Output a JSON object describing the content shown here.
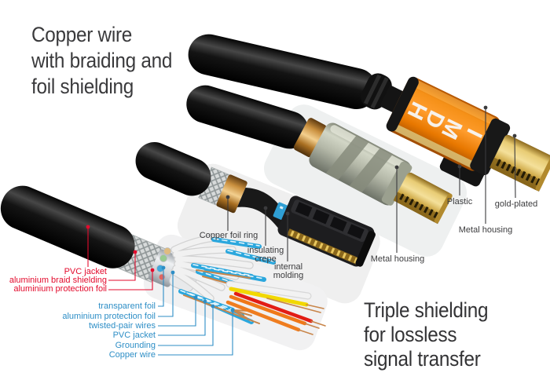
{
  "headline": {
    "lines": [
      "Copper wire",
      "with braiding and",
      "foil shielding"
    ]
  },
  "footnote": {
    "lines": [
      "Triple shielding",
      "for lossless",
      "signal transfer"
    ]
  },
  "connector": {
    "brand_text": "HDMI"
  },
  "colors": {
    "red_label": "#e30b2d",
    "blue_label": "#2d8ec6",
    "dark_label": "#3b3b3d",
    "orange_housing": "#f08a00",
    "gold": "#d6ae4e",
    "copper": "#c08048",
    "sage_metal": "#b8bcae",
    "cable_black": "#111111"
  },
  "labels": {
    "cable_layers_red": [
      {
        "text": "PVC jacket"
      },
      {
        "text": "aluminium braid shielding"
      },
      {
        "text": "aluminium protection foil"
      }
    ],
    "inner_layers_blue": [
      {
        "text": "transparent foil"
      },
      {
        "text": "aluminium protection foil"
      },
      {
        "text": "twisted-pair wires"
      },
      {
        "text": "PVC jacket"
      },
      {
        "text": "Grounding"
      },
      {
        "text": "Copper wire"
      }
    ],
    "connector_parts": [
      {
        "text": "Copper foil ring"
      },
      {
        "line1": "insulating",
        "line2": "crepe"
      },
      {
        "line1": "internal",
        "line2": "molding"
      },
      {
        "text": "Metal housing"
      },
      {
        "text": "Metal housing"
      },
      {
        "text": "Plastic"
      },
      {
        "text": "gold-plated"
      }
    ]
  }
}
